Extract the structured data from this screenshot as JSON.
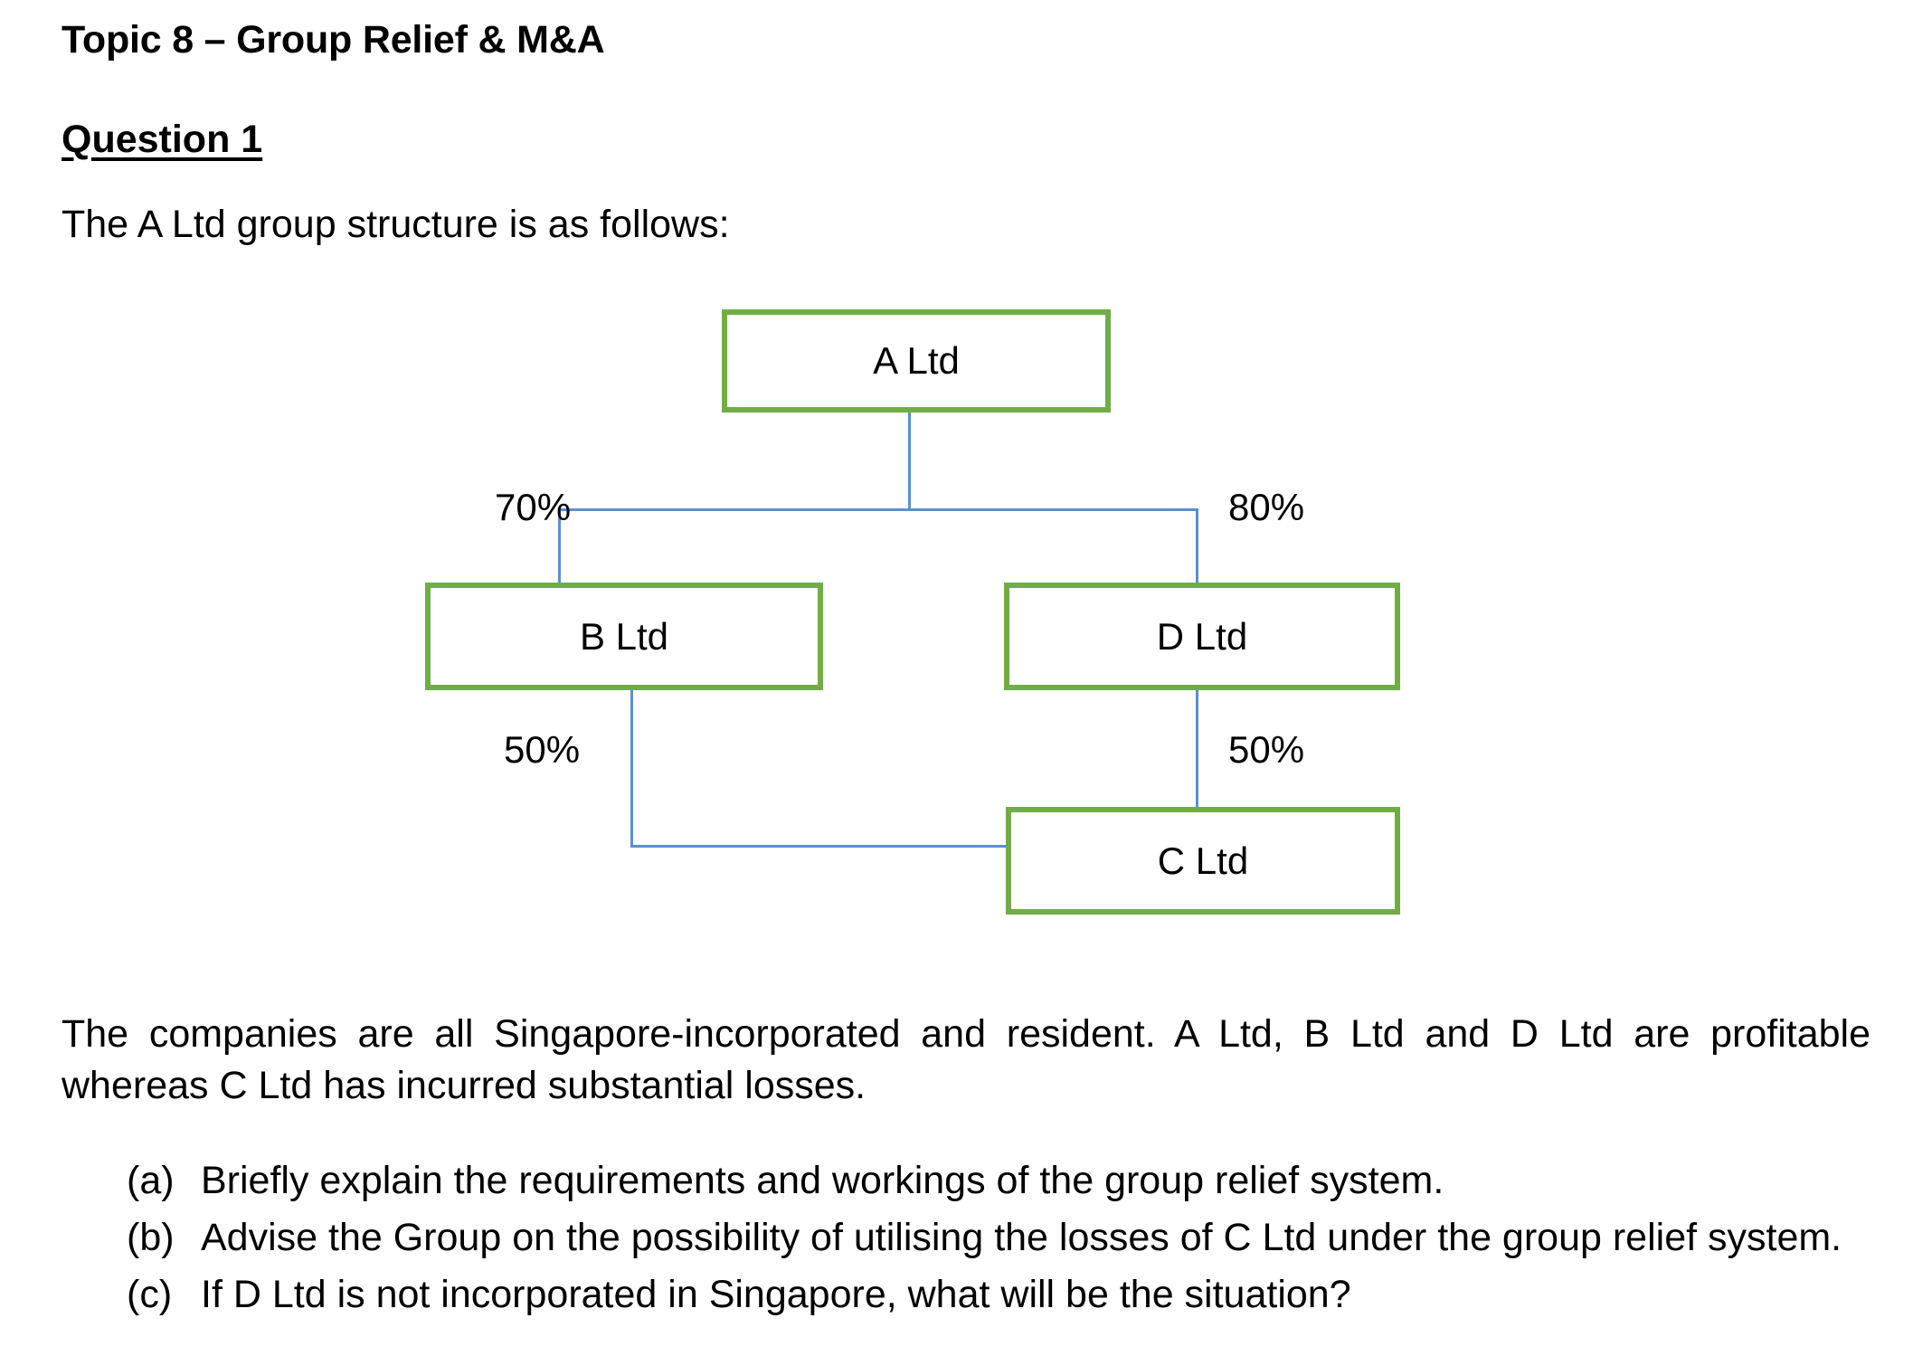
{
  "document": {
    "title": "Topic 8 – Group Relief & M&A",
    "question_heading": "Question 1",
    "intro_line": "The A Ltd group structure is as follows:",
    "body_paragraph": "The companies are all Singapore-incorporated and resident. A Ltd, B Ltd and D Ltd are profitable whereas C Ltd has incurred substantial losses."
  },
  "diagram": {
    "box_border_color": "#70AD47",
    "connector_color": "#5B8FD4",
    "nodes": [
      {
        "id": "A",
        "label": "A Ltd"
      },
      {
        "id": "B",
        "label": "B Ltd"
      },
      {
        "id": "D",
        "label": "D Ltd"
      },
      {
        "id": "C",
        "label": "C Ltd"
      }
    ],
    "edges": [
      {
        "from": "A",
        "to": "B",
        "label": "70%"
      },
      {
        "from": "A",
        "to": "D",
        "label": "80%"
      },
      {
        "from": "B",
        "to": "C",
        "label": "50%"
      },
      {
        "from": "D",
        "to": "C",
        "label": "50%"
      }
    ],
    "labels": {
      "a_to_b": "70%",
      "a_to_d": "80%",
      "b_to_c": "50%",
      "d_to_c": "50%"
    }
  },
  "questions": [
    {
      "marker": "(a)",
      "text": "Briefly explain the requirements and workings of the group relief system."
    },
    {
      "marker": "(b)",
      "text": "Advise the Group on the possibility of utilising the losses of C Ltd under the group relief system."
    },
    {
      "marker": "(c)",
      "text": "If D Ltd is not incorporated in Singapore, what will be the situation?"
    }
  ]
}
